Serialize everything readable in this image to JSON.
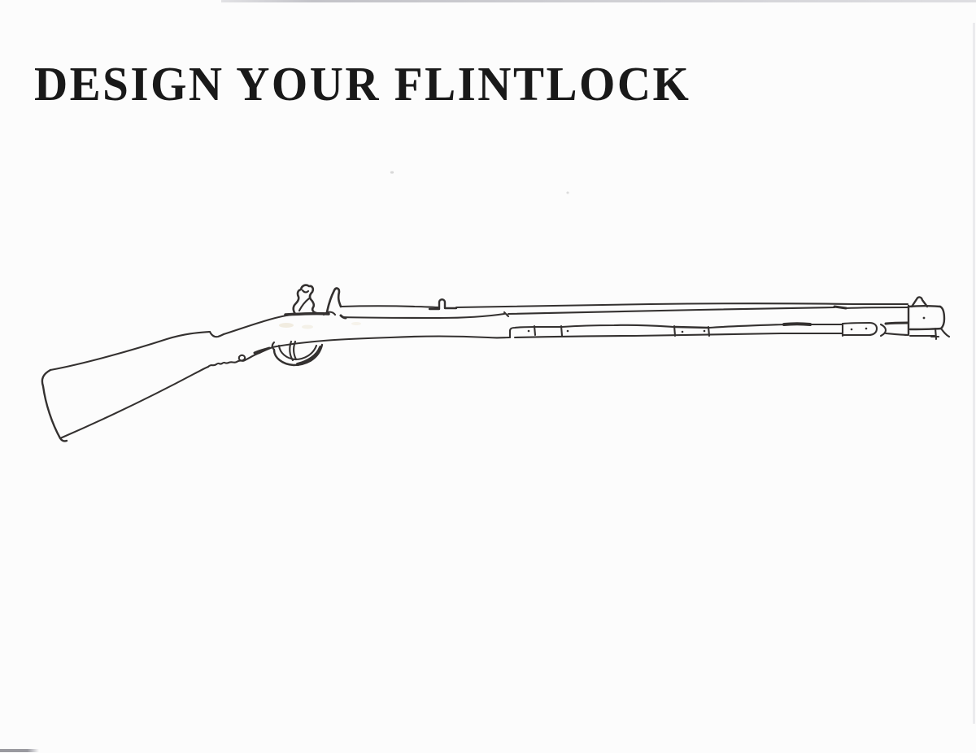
{
  "page": {
    "title": "DESIGN YOUR FLINTLOCK"
  },
  "illustration": {
    "label": "Hand-drawn ink sketch of a long flintlock rifle in side view, muzzle pointing right",
    "parts": [
      "butt-plate",
      "buttstock",
      "comb-notch",
      "wrist",
      "trigger-squiggle",
      "trigger",
      "trigger-guard",
      "lock-pan",
      "flintlock-cock",
      "frizzen",
      "barrel",
      "rear-sight",
      "forestock",
      "ramrod-entry-pipe",
      "ramrod-pipe",
      "front-ramrod-pipe",
      "muzzle-cap",
      "front-sight"
    ]
  },
  "colors": {
    "paper": "#fcfcfc",
    "ink": "#343130",
    "title_ink": "#191919",
    "scan_edge": "#ebebee",
    "scan_edge_dark": "#9a9aa0"
  }
}
